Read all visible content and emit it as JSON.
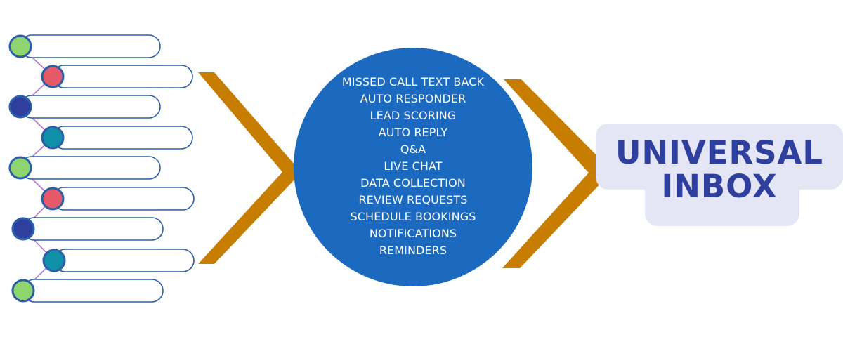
{
  "features": [
    "MISSED CALL TEXT BACK",
    "AUTO RESPONDER",
    "LEAD SCORING",
    "AUTO REPLY",
    "Q&A",
    "LIVE CHAT",
    "DATA COLLECTION",
    "REVIEW REQUESTS",
    "SCHEDULE BOOKINGS",
    "NOTIFICATIONS",
    "REMINDERS"
  ],
  "inbox": {
    "line1": "UNIVERSAL",
    "line2": "INBOX"
  },
  "colors": {
    "circle": "#1c6ac0",
    "chevron": "#c77d00",
    "title": "#2f3f9d",
    "title_bg": "#e5e6f5",
    "pill_border": "#2a5ea8",
    "connector": "#b66fd8",
    "dot_green": "#8fd46f",
    "dot_red": "#e45a68",
    "dot_navy": "#2f3f9d",
    "dot_teal": "#0f8fa8"
  },
  "pills": [
    {
      "dot": "green"
    },
    {
      "dot": "red"
    },
    {
      "dot": "navy"
    },
    {
      "dot": "teal"
    },
    {
      "dot": "green"
    },
    {
      "dot": "red"
    },
    {
      "dot": "navy"
    },
    {
      "dot": "teal"
    },
    {
      "dot": "green"
    }
  ]
}
